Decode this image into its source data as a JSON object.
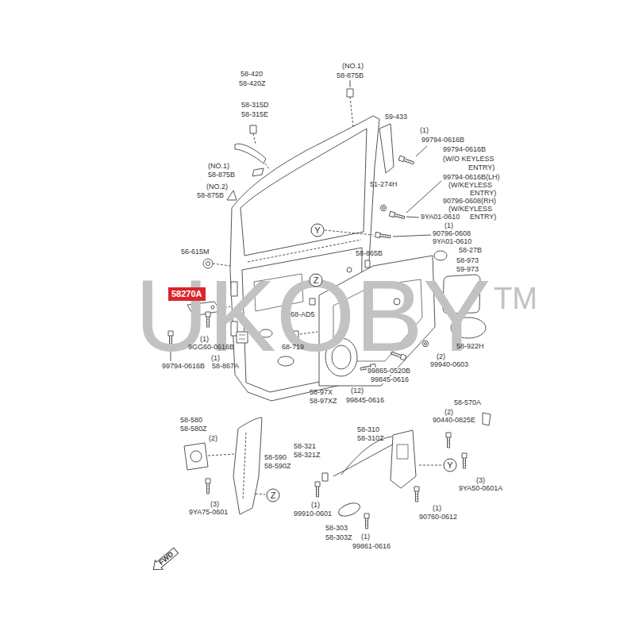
{
  "diagram": {
    "nodes": [
      {
        "text": [
          "Y"
        ]
      },
      {
        "text": [
          "Z"
        ]
      },
      {
        "text": [
          "58270A"
        ]
      },
      {
        "text": [
          "Y"
        ]
      },
      {
        "text": [
          "Z"
        ]
      },
      {
        "text": [
          "FWD"
        ]
      }
    ],
    "labels": [
      "(NO.1)",
      "58-420",
      "58-875B",
      "58-420Z",
      "58-315D",
      "58-315E",
      "59-433",
      "(1)",
      "99794-0616B",
      "99794-0616B",
      "(W/O KEYLESS",
      "ENTRY)",
      "(NO.1)",
      "58-875B",
      "99794-0616B(LH)",
      "51-274H",
      "(W/KEYLESS",
      "(NO.2)",
      "ENTRY)",
      "58-875B",
      "90796-0608(RH)",
      "(W/KEYLESS",
      "9YA01-0610",
      "ENTRY)",
      "(1)",
      "90796-0608",
      "9YA01-0610",
      "58-27B",
      "56-615M",
      "58-865B",
      "58-973",
      "59-973",
      "68-AD5",
      "(1)",
      "58-922H",
      "9GG60-0616B",
      "68-719",
      "(2)",
      "(1)",
      "99940-0603",
      "99794-0616B",
      "58-867A",
      "99865-0520B",
      "99845-0616",
      "(12)",
      "58-97X",
      "99845-0616",
      "58-97XZ",
      "58-570A",
      "(2)",
      "58-580",
      "90440-0825E",
      "58-580Z",
      "58-310",
      "58-310Z",
      "(2)",
      "58-321",
      "58-321Z",
      "58-590",
      "58-590Z",
      "(3)",
      "9YA50-0601A",
      "(3)",
      "(1)",
      "(1)",
      "9YA75-0601",
      "99910-0601",
      "90760-0612",
      "58-303",
      "58-303Z",
      "(1)",
      "99861-0616",
      "UKOBY",
      "TM"
    ]
  }
}
